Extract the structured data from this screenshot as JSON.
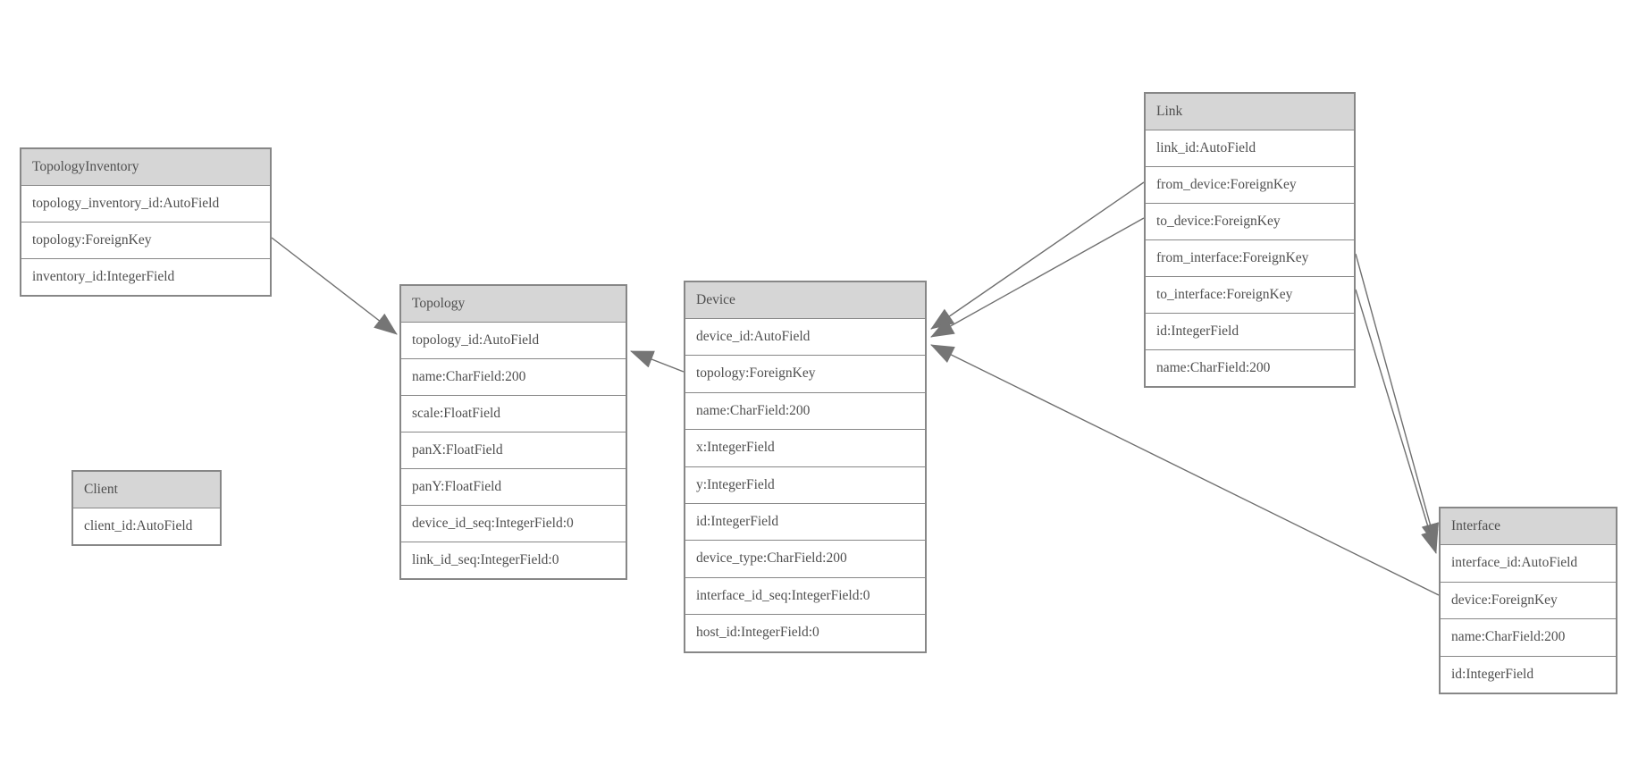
{
  "entities": {
    "ti": {
      "title": "TopologyInventory",
      "fields": [
        "topology_inventory_id:AutoField",
        "topology:ForeignKey",
        "inventory_id:IntegerField"
      ]
    },
    "topology": {
      "title": "Topology",
      "fields": [
        "topology_id:AutoField",
        "name:CharField:200",
        "scale:FloatField",
        "panX:FloatField",
        "panY:FloatField",
        "device_id_seq:IntegerField:0",
        "link_id_seq:IntegerField:0"
      ]
    },
    "client": {
      "title": "Client",
      "fields": [
        "client_id:AutoField"
      ]
    },
    "device": {
      "title": "Device",
      "fields": [
        "device_id:AutoField",
        "topology:ForeignKey",
        "name:CharField:200",
        "x:IntegerField",
        "y:IntegerField",
        "id:IntegerField",
        "device_type:CharField:200",
        "interface_id_seq:IntegerField:0",
        "host_id:IntegerField:0"
      ]
    },
    "link": {
      "title": "Link",
      "fields": [
        "link_id:AutoField",
        "from_device:ForeignKey",
        "to_device:ForeignKey",
        "from_interface:ForeignKey",
        "to_interface:ForeignKey",
        "id:IntegerField",
        "name:CharField:200"
      ]
    },
    "interface": {
      "title": "Interface",
      "fields": [
        "interface_id:AutoField",
        "device:ForeignKey",
        "name:CharField:200",
        "id:IntegerField"
      ]
    }
  },
  "relations": [
    {
      "from": "TopologyInventory.topology",
      "to": "Topology.topology_id"
    },
    {
      "from": "Device.topology",
      "to": "Topology.topology_id"
    },
    {
      "from": "Link.from_device",
      "to": "Device.device_id"
    },
    {
      "from": "Link.to_device",
      "to": "Device.device_id"
    },
    {
      "from": "Interface.device",
      "to": "Device.device_id"
    },
    {
      "from": "Link.from_interface",
      "to": "Interface.interface_id"
    },
    {
      "from": "Link.to_interface",
      "to": "Interface.interface_id"
    }
  ],
  "colors": {
    "header_fill": "#d6d6d6",
    "border": "#878787",
    "text": "#4f4f4f",
    "line": "#6f6f6f",
    "arrow": "#757575",
    "background": "#ffffff"
  }
}
